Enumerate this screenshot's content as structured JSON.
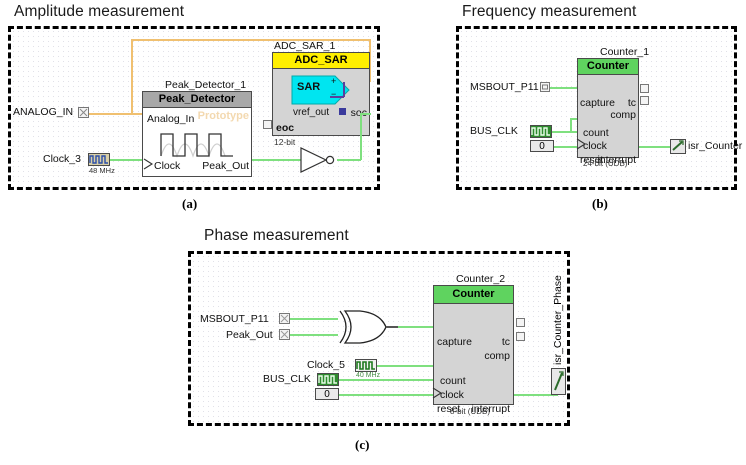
{
  "figure": {
    "panels": [
      {
        "id": "a",
        "title": "Amplitude measurement",
        "caption": "(a)",
        "nodes": {
          "analog_in_label": "ANALOG_IN",
          "clock_label": "Clock_3",
          "clock_freq": "48 MHz",
          "peak_detector_instance": "Peak_Detector_1",
          "peak_detector_header": "Peak_Detector",
          "peak_detector_watermark": "Prototype",
          "peak_detector_pins": [
            "Analog_In",
            "Clock",
            "Peak_Out"
          ],
          "adc_instance": "ADC_SAR_1",
          "adc_header": "ADC_SAR",
          "adc_core_label": "SAR",
          "adc_plus": "+",
          "adc_minus": "−",
          "adc_vref": "vref_out",
          "adc_eoc": "eoc",
          "adc_soc": "soc",
          "adc_resolution": "12-bit"
        }
      },
      {
        "id": "b",
        "title": "Frequency  measurement",
        "caption": "(b)",
        "nodes": {
          "msbout_label": "MSBOUT_P11",
          "busclk_label": "BUS_CLK",
          "const_value": "0",
          "counter_instance": "Counter_1",
          "counter_header": "Counter",
          "counter_inputs": [
            "capture",
            "count",
            "clock",
            "reset"
          ],
          "counter_outputs": [
            "tc",
            "comp",
            "interrupt"
          ],
          "counter_width": "24-bit (UDB)",
          "isr_label": "isr_Counter"
        }
      },
      {
        "id": "c",
        "title": "Phase measurement",
        "caption": "(c)",
        "nodes": {
          "msbout_label": "MSBOUT_P11",
          "peakout_label": "Peak_Out",
          "clock_label": "Clock_5",
          "clock_freq": "40 MHz",
          "busclk_label": "BUS_CLK",
          "const_value": "0",
          "counter_instance": "Counter_2",
          "counter_header": "Counter",
          "counter_inputs": [
            "capture",
            "count",
            "clock",
            "reset"
          ],
          "counter_outputs": [
            "tc",
            "comp",
            "interrupt"
          ],
          "counter_width": "8-bit (UDB)",
          "isr_label": "isr_Counter_Phase",
          "gate": "xor-gate"
        }
      }
    ]
  },
  "colors": {
    "wire_digital": "#7fe07f",
    "wire_analog": "#f0c070",
    "adc_header": "#ffef00",
    "adc_core": "#00e5f0",
    "counter_header": "#5fd35f",
    "block_body": "#d4d4d4",
    "dashed_border": "#000000"
  }
}
